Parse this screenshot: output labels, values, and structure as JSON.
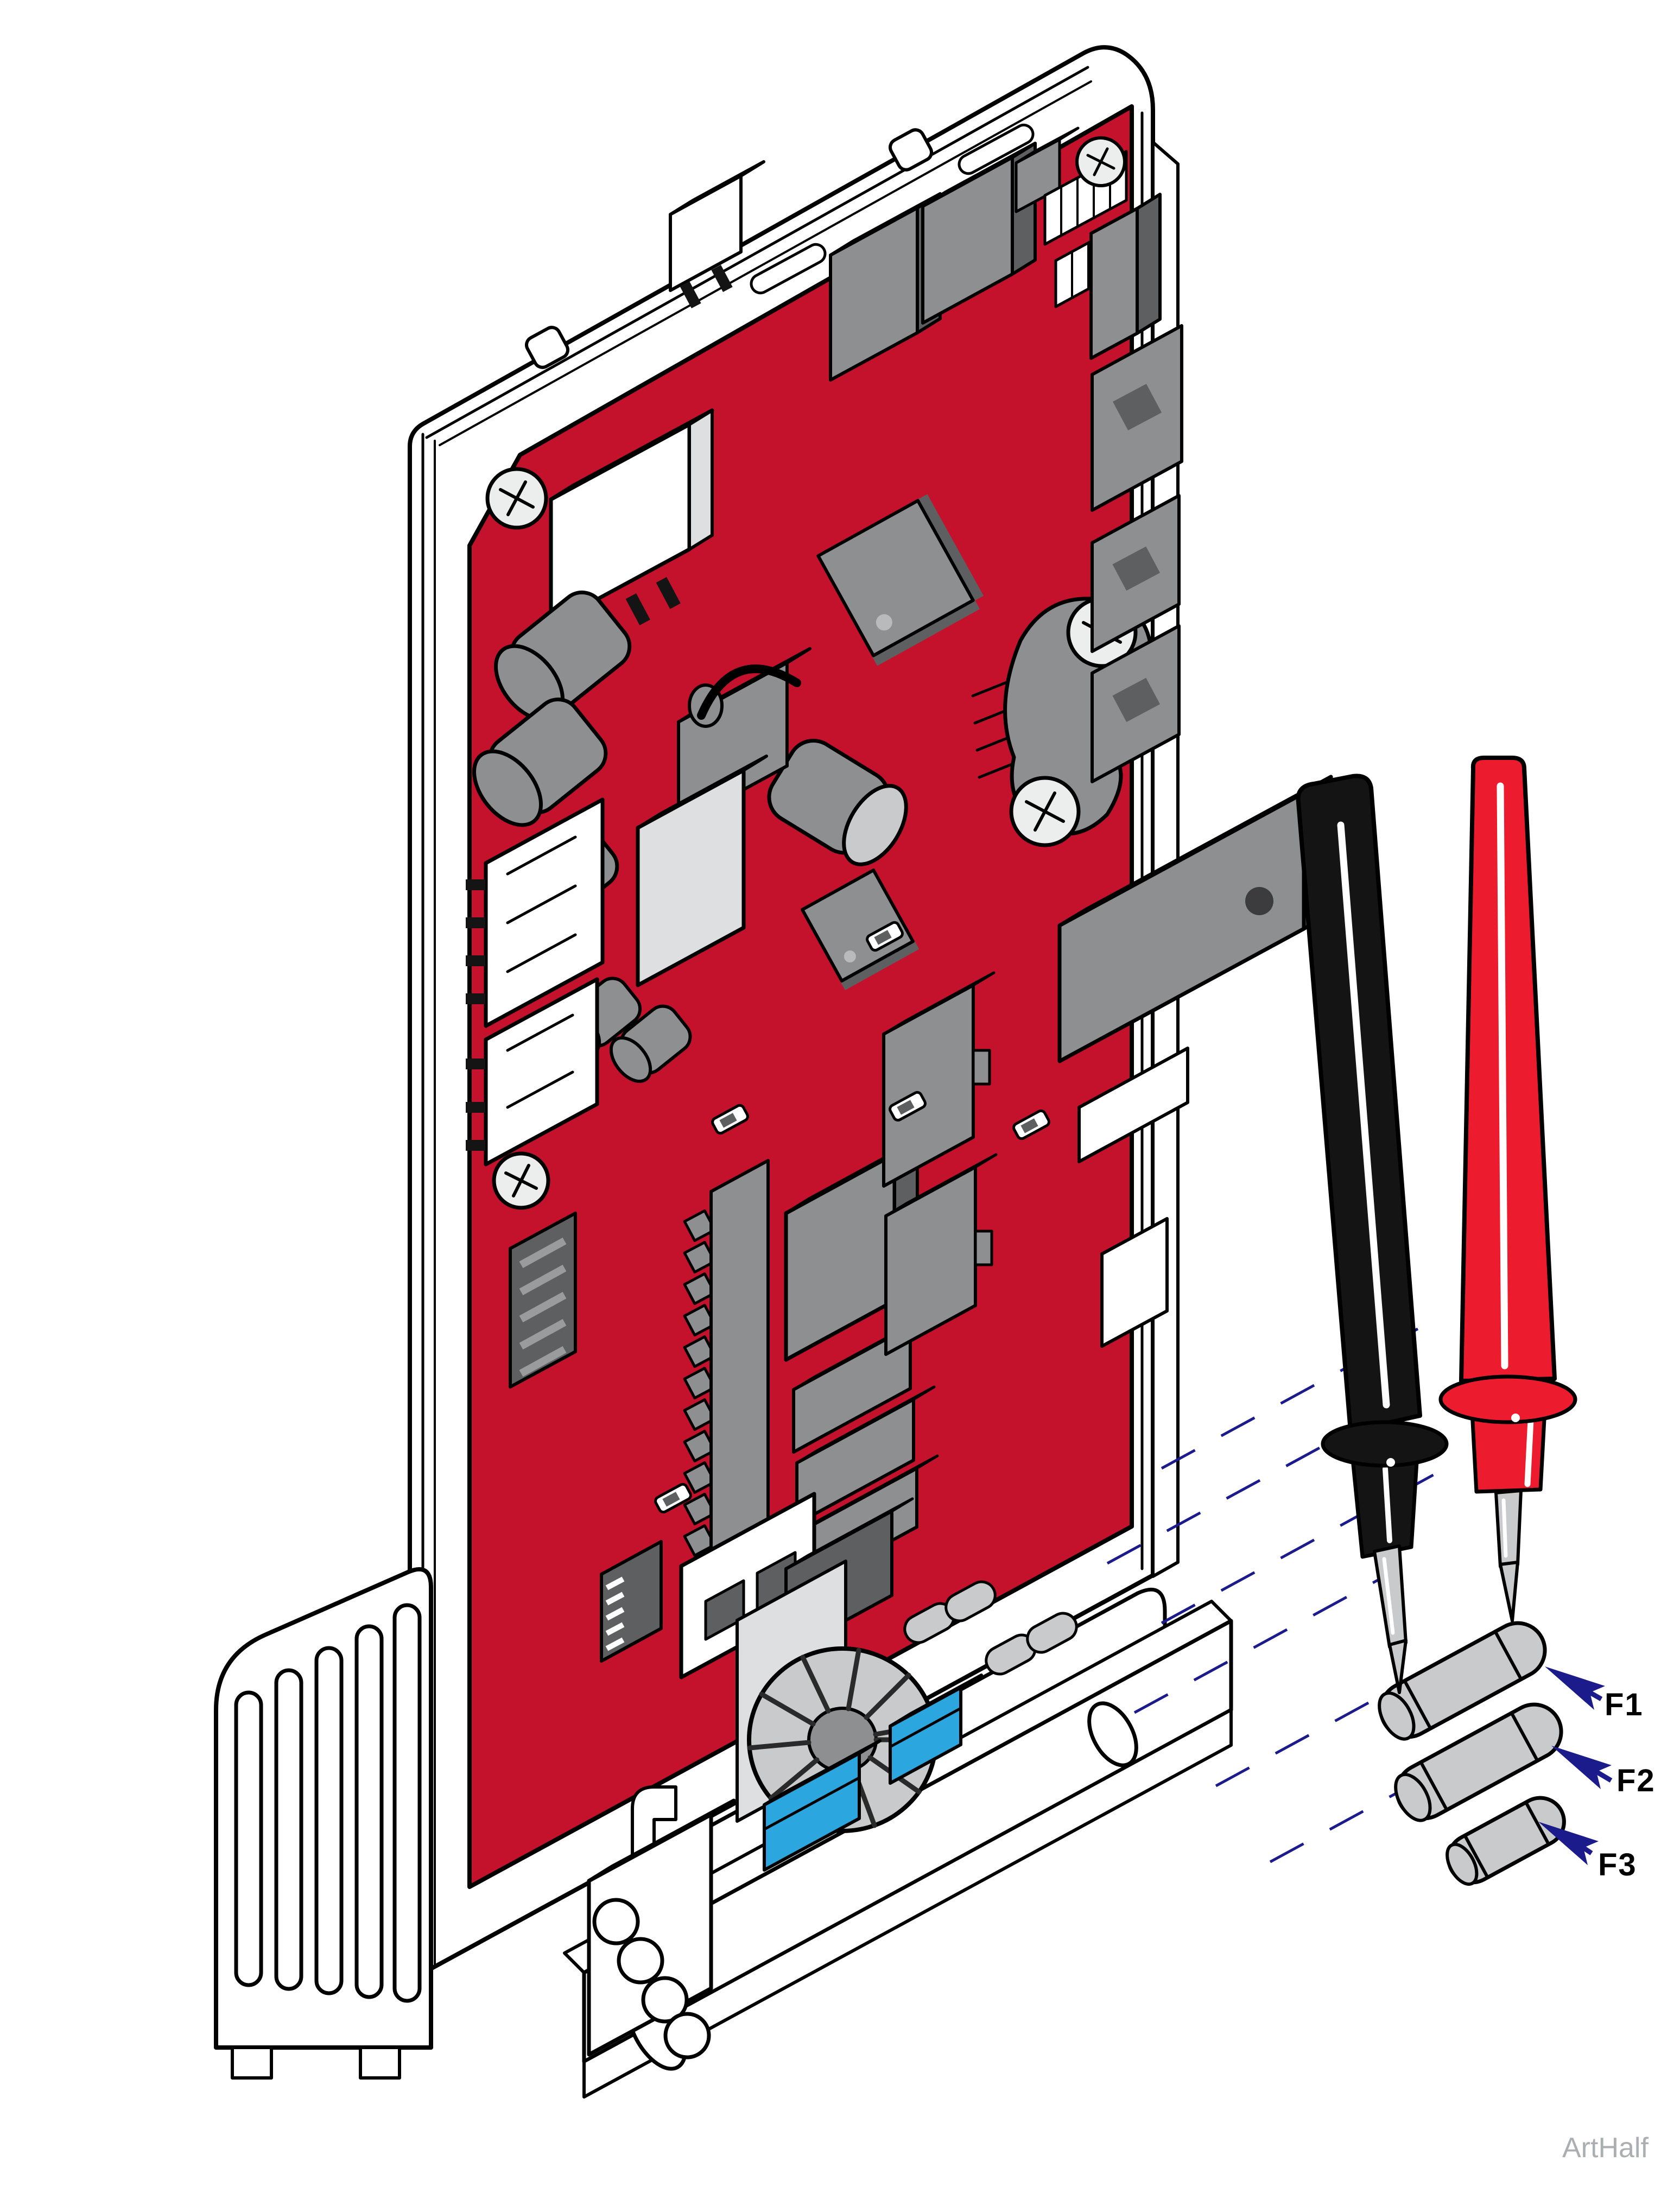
{
  "diagram": {
    "callouts": [
      {
        "label": "F1",
        "target": "fuse-f1",
        "icon": "callout-arrow-icon"
      },
      {
        "label": "F2",
        "target": "fuse-f2",
        "icon": "callout-arrow-icon"
      },
      {
        "label": "F3",
        "target": "fuse-f3",
        "icon": "callout-arrow-icon"
      }
    ],
    "watermark": "ArtHalf",
    "colors": {
      "boardRed": "#C4122D",
      "probeRed": "#EC1B2E",
      "probeBlack": "#141414",
      "navy": "#1B1B8C",
      "blue": "#2BA6DF",
      "grayMid": "#8E8F91",
      "grayDark": "#5E5F61",
      "grayLight": "#C9CACB",
      "grayLighter": "#DEDFE0",
      "screw": "#ECEDED",
      "watermark": "#ACAFB2",
      "outline": "#000000",
      "white": "#FFFFFF"
    }
  }
}
